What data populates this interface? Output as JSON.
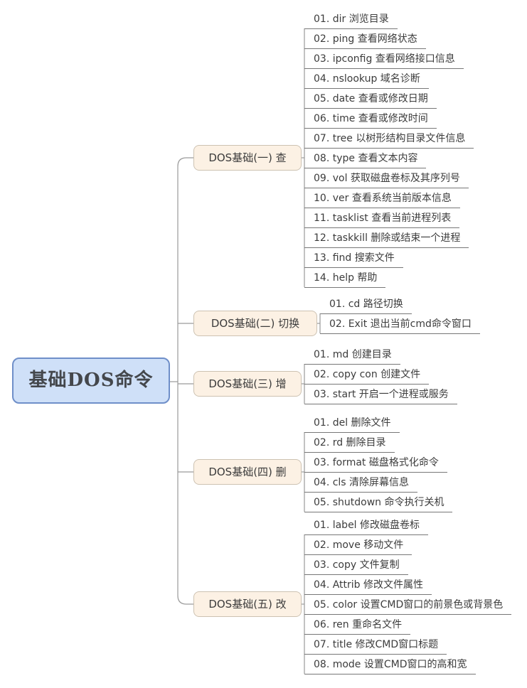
{
  "root": {
    "label": "基础DOS命令"
  },
  "branches": [
    {
      "label": "DOS基础(一) 查",
      "children": [
        "01. dir 浏览目录",
        "02. ping 查看网络状态",
        "03. ipconfig 查看网络接口信息",
        "04. nslookup 域名诊断",
        "05. date 查看或修改日期",
        "06. time 查看或修改时间",
        "07. tree 以树形结构目录文件信息",
        "08. type 查看文本内容",
        "09. vol 获取磁盘卷标及其序列号",
        "10. ver 查看系统当前版本信息",
        "11. tasklist 查看当前进程列表",
        "12. taskkill 删除或结束一个进程",
        "13. find 搜索文件",
        "14. help 帮助"
      ]
    },
    {
      "label": "DOS基础(二) 切换",
      "children": [
        "01. cd 路径切换",
        "02. Exit 退出当前cmd命令窗口"
      ]
    },
    {
      "label": "DOS基础(三) 增",
      "children": [
        "01. md  创建目录",
        "02. copy con 创建文件",
        "03. start 开启一个进程或服务"
      ]
    },
    {
      "label": "DOS基础(四) 删",
      "children": [
        "01. del 删除文件",
        "02. rd 删除目录",
        "03. format 磁盘格式化命令",
        "04. cls 清除屏幕信息",
        "05. shutdown 命令执行关机"
      ]
    },
    {
      "label": "DOS基础(五) 改",
      "children": [
        "01. label 修改磁盘卷标",
        "02. move 移动文件",
        "03. copy 文件复制",
        "04. Attrib 修改文件属性",
        "05. color 设置CMD窗口的前景色或背景色",
        "06. ren 重命名文件",
        "07. title 修改CMD窗口标题",
        "08. mode 设置CMD窗口的高和宽"
      ]
    }
  ],
  "colors": {
    "root_fill": "#cfe0f8",
    "root_border": "#6f8fc9",
    "branch_fill": "#fcf1e4",
    "branch_border": "#cdc2b2",
    "line": "#9a9a9a",
    "underline": "#777777",
    "text": "#3c3c3c",
    "root_text": "#44474c"
  }
}
